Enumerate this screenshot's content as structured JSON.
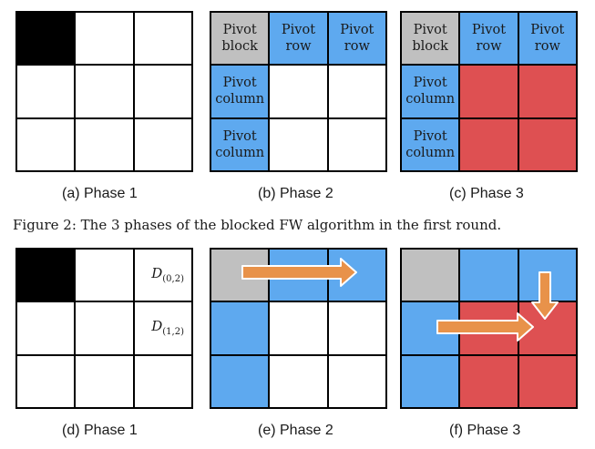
{
  "panels": {
    "a": {
      "caption": "(a) Phase 1"
    },
    "b": {
      "caption": "(b) Phase 2",
      "pivot_block": "Pivot block",
      "pivot_row": "Pivot row",
      "pivot_column": "Pivot column"
    },
    "c": {
      "caption": "(c) Phase 3",
      "pivot_block": "Pivot block",
      "pivot_row": "Pivot row",
      "pivot_column": "Pivot column"
    },
    "d": {
      "caption": "(d) Phase 1",
      "label_top": "D",
      "label_top_sub": "(0,2)",
      "label_mid": "D",
      "label_mid_sub": "(1,2)"
    },
    "e": {
      "caption": "(e) Phase 2"
    },
    "f": {
      "caption": "(f) Phase 3"
    }
  },
  "figure_caption": "Figure 2: The 3 phases of the blocked FW algorithm in the first round.",
  "colors": {
    "gray": "#c0c0c0",
    "blue": "#5ea9ef",
    "red": "#de5052",
    "arrow": "#e8924a"
  }
}
